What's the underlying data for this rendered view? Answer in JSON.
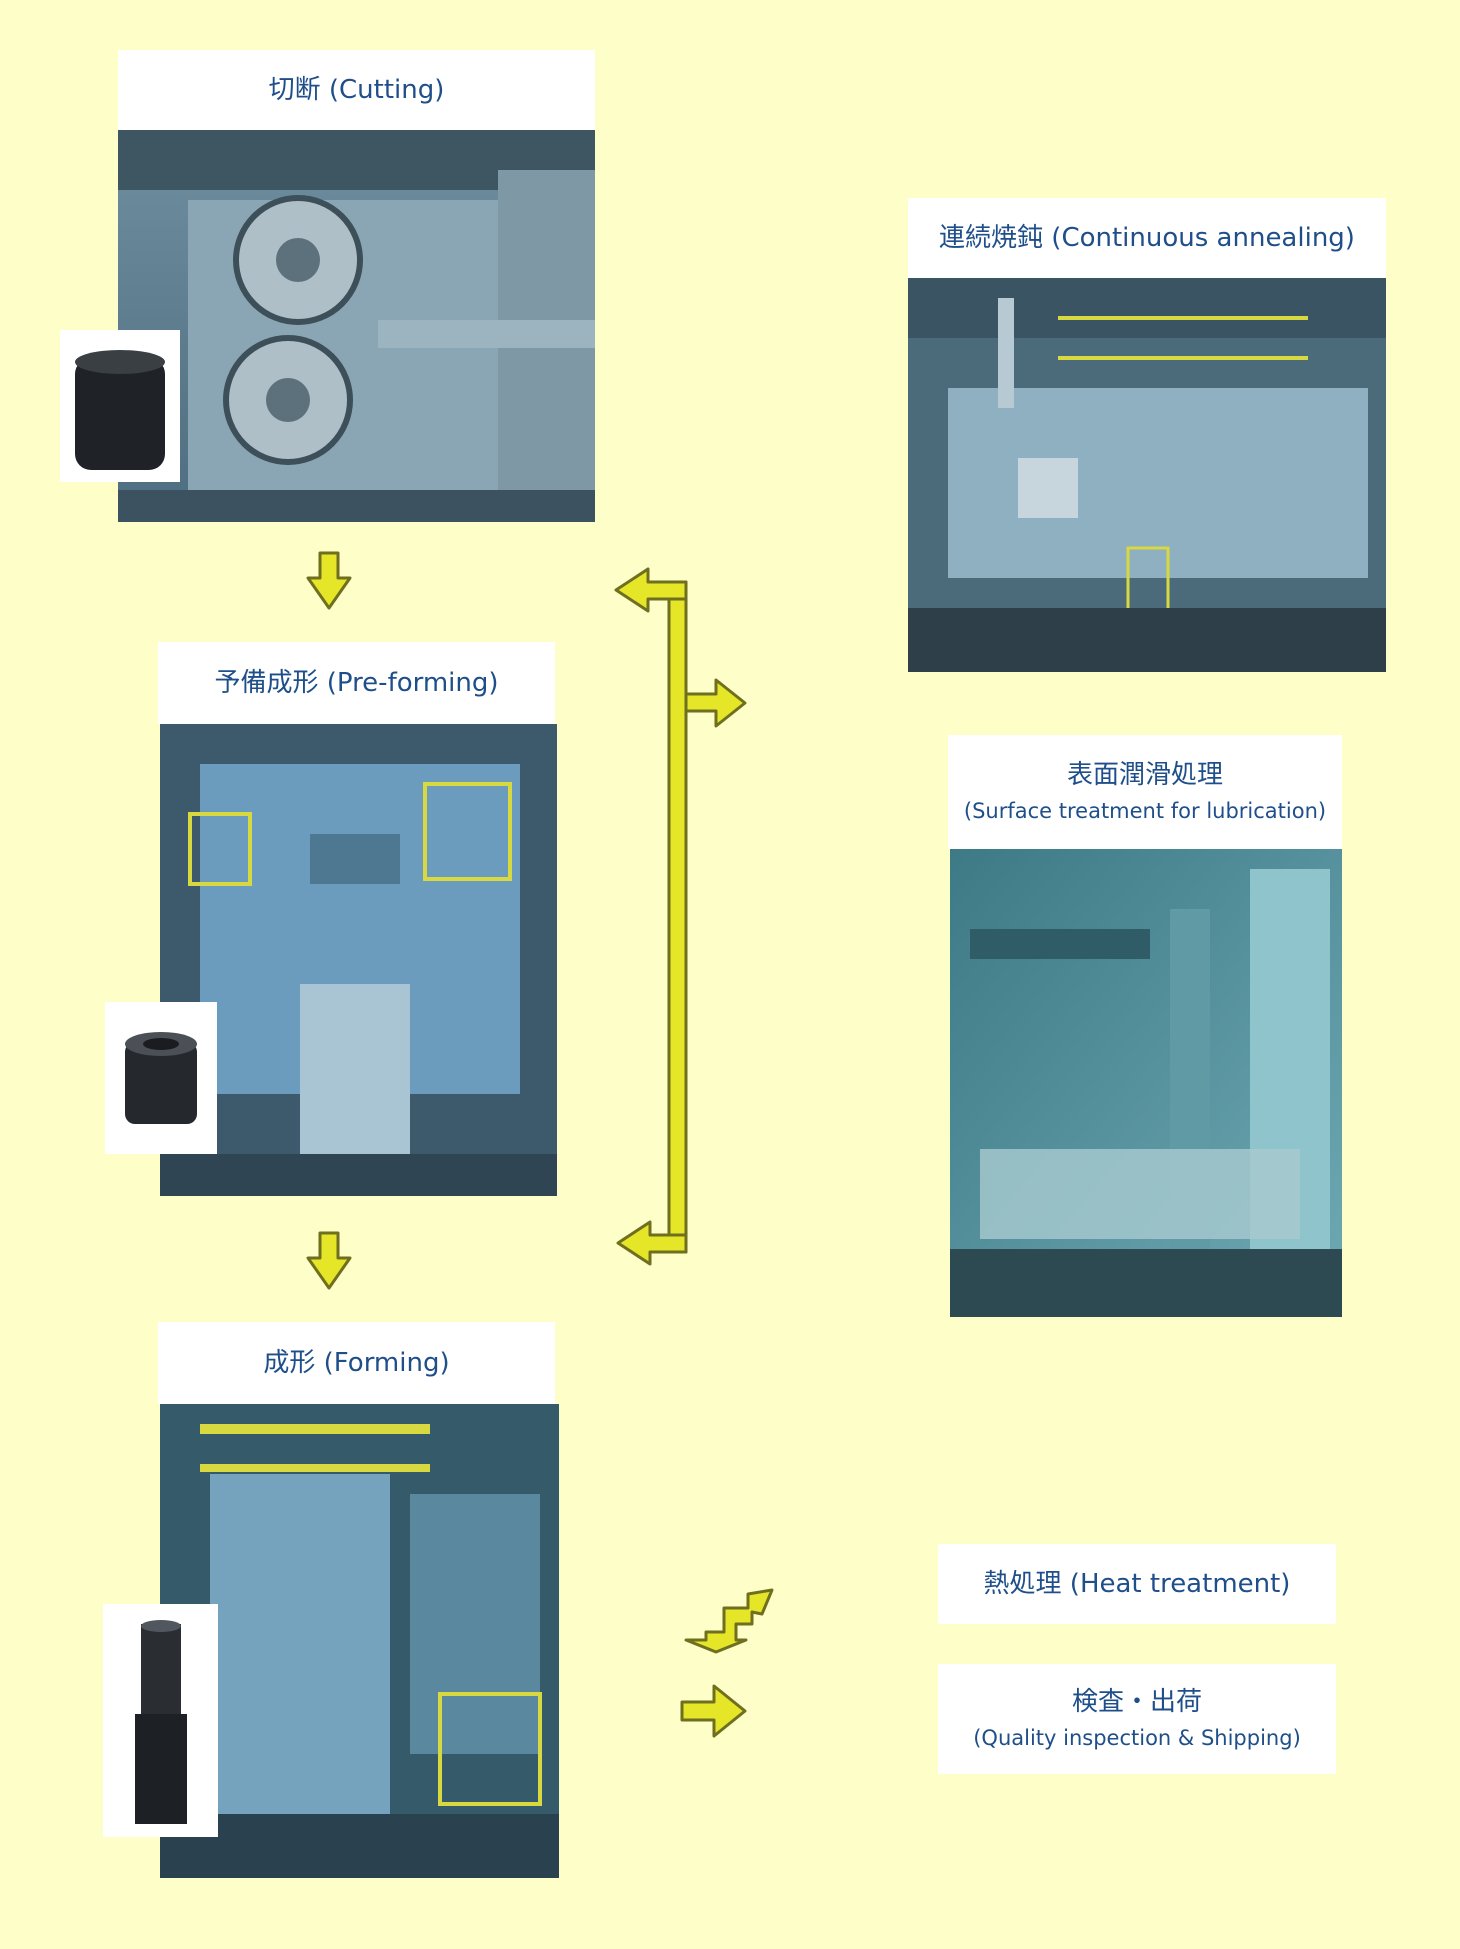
{
  "steps": {
    "cutting": {
      "title": "切断 (Cutting)"
    },
    "preforming": {
      "title": "予備成形 (Pre-forming)"
    },
    "forming": {
      "title": "成形 (Forming)"
    },
    "annealing": {
      "title": "連続焼鈍 (Continuous annealing)"
    },
    "lubrication": {
      "title": "表面潤滑処理",
      "subtitle": "(Surface treatment for lubrication)"
    },
    "heat": {
      "title": "熱処理 (Heat treatment)"
    },
    "inspection": {
      "title": "検査・出荷",
      "subtitle": "(Quality inspection & Shipping)"
    }
  },
  "colors": {
    "background": "#fefec8",
    "label_text": "#1f4f8a",
    "arrow_fill": "#e6e628",
    "arrow_stroke": "#6f6f20"
  }
}
